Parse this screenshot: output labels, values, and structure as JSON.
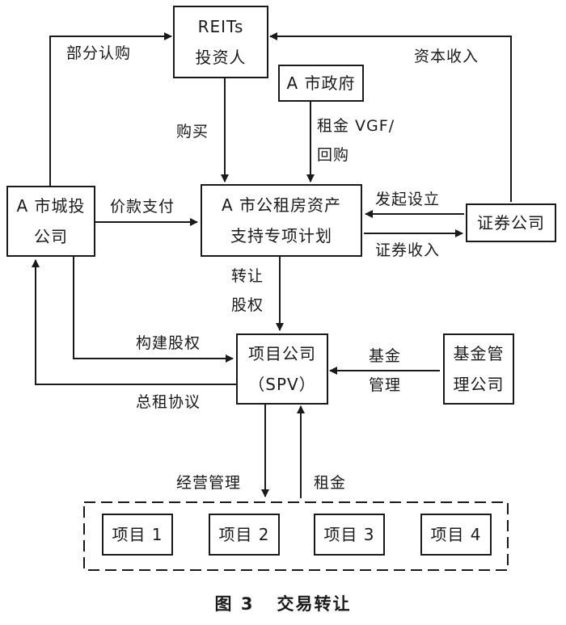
{
  "nodes": {
    "reits": [
      "REITs",
      "投资人"
    ],
    "gov": [
      "A 市政府"
    ],
    "city": [
      "A 市城投",
      "公司"
    ],
    "plan": [
      "A 市公租房资产",
      "支持专项计划"
    ],
    "sec": [
      "证券公司"
    ],
    "spv": [
      "项目公司",
      "（SPV）"
    ],
    "fund": [
      "基金管",
      "理公司"
    ],
    "projects": [
      "项目 1",
      "项目 2",
      "项目 3",
      "项目 4"
    ]
  },
  "edges": {
    "partial_sub": "部分认购",
    "capital_income": "资本收入",
    "purchase": "购买",
    "rent_vgf": [
      "租金 VGF/",
      "回购"
    ],
    "price_payment": "价款支付",
    "initiate": "发起设立",
    "sec_income": "证券收入",
    "transfer_equity": [
      "转让",
      "股权"
    ],
    "build_equity": "构建股权",
    "fund_mgmt": [
      "基金",
      "管理"
    ],
    "master_lease": "总租协议",
    "operation_mgmt": "经营管理",
    "rent": "租金"
  },
  "caption": {
    "figure": "图 3",
    "title": "交易转让"
  }
}
